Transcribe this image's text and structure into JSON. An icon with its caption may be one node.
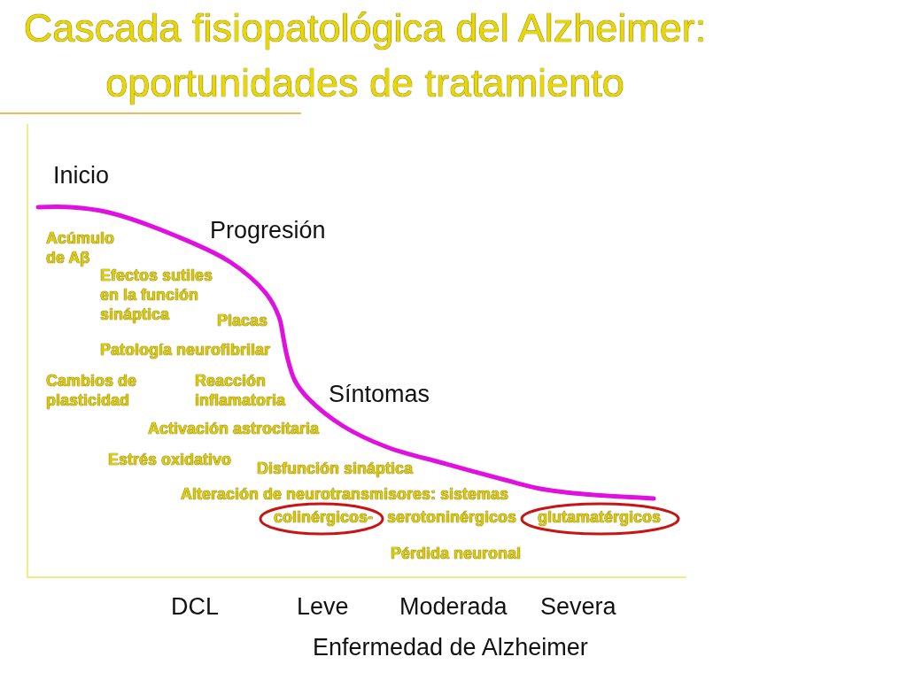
{
  "diagram": {
    "title": "Cascada fisiopatológica del Alzheimer: oportunidades de tratamiento",
    "nodes": [
      {
        "text": [
          "colinérgicos-"
        ]
      },
      {
        "text": [
          "glutamatérgicos"
        ]
      }
    ],
    "labels": [
      "Inicio",
      "Progresión",
      "Acúmulo de Aβ",
      "Efectos sutiles en la función sináptica",
      "Placas",
      "Patología neurofibrilar",
      "Cambios de plasticidad",
      "Reacción inflamatoria",
      "Síntomas",
      "Activación astrocitaria",
      "Estrés oxidativo",
      "Disfunción sináptica",
      "Alteración de neurotransmisores: sistemas",
      "serotoninérgicos",
      "Pérdida neuronal",
      "DCL",
      "Leve",
      "Moderada",
      "Severa",
      "Enfermedad de Alzheimer"
    ]
  }
}
